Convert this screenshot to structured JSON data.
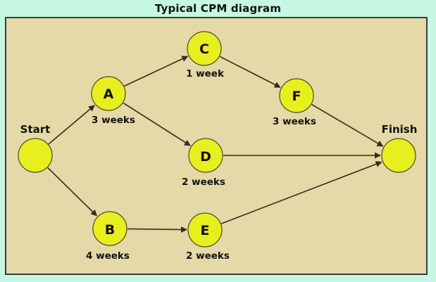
{
  "title": "Typical CPM diagram",
  "colors": {
    "page_background": "#c6f7e3",
    "diagram_background": "#e4d9a7",
    "frame_border": "#3c3c3c",
    "node_fill": "#e8ef1e",
    "node_stroke": "#4a4a2a",
    "arrow": "#3a2a1a",
    "text": "#111111"
  },
  "nodes": {
    "start": {
      "label": "Start"
    },
    "finish": {
      "label": "Finish"
    },
    "a": {
      "label": "A",
      "duration": "3 weeks"
    },
    "b": {
      "label": "B",
      "duration": "4 weeks"
    },
    "c": {
      "label": "C",
      "duration": "1 week"
    },
    "d": {
      "label": "D",
      "duration": "2 weeks"
    },
    "e": {
      "label": "E",
      "duration": "2 weeks"
    },
    "f": {
      "label": "F",
      "duration": "3 weeks"
    }
  },
  "edges": [
    {
      "from": "start",
      "to": "a"
    },
    {
      "from": "start",
      "to": "b"
    },
    {
      "from": "a",
      "to": "c"
    },
    {
      "from": "a",
      "to": "d"
    },
    {
      "from": "c",
      "to": "f"
    },
    {
      "from": "f",
      "to": "finish"
    },
    {
      "from": "d",
      "to": "finish"
    },
    {
      "from": "b",
      "to": "e"
    },
    {
      "from": "e",
      "to": "finish"
    }
  ]
}
